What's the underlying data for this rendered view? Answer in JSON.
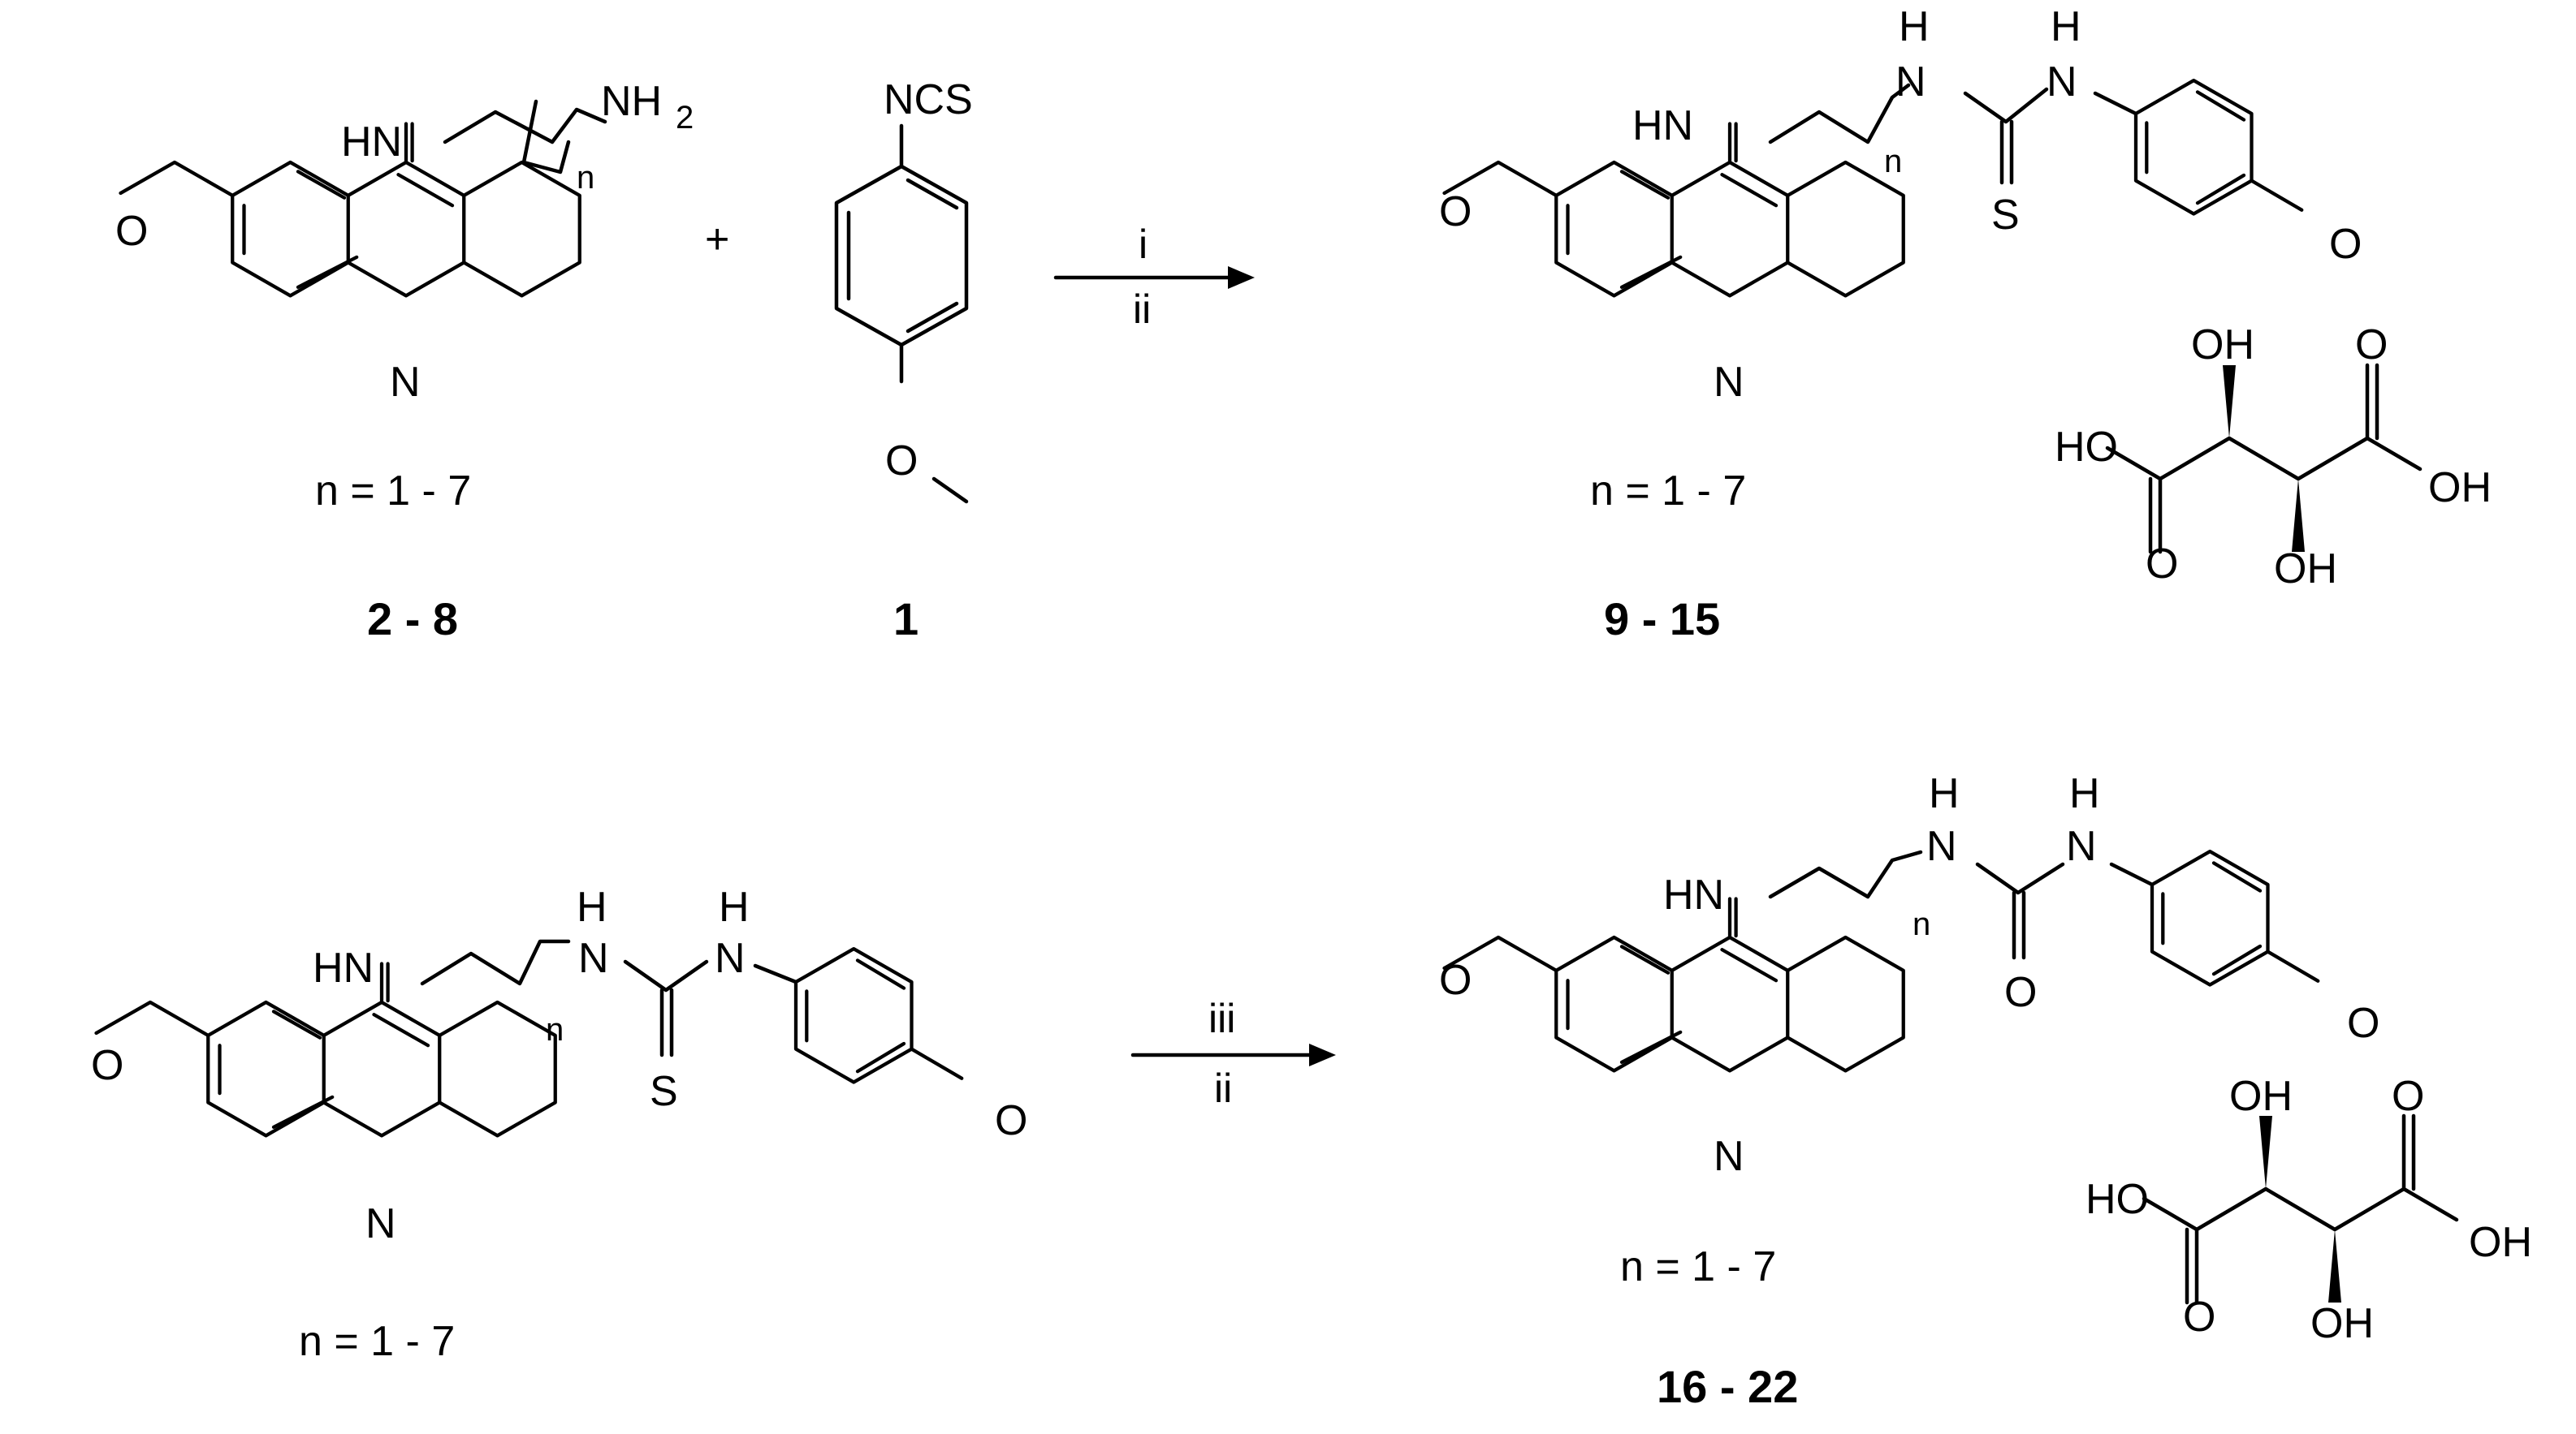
{
  "scheme": {
    "reaction1": {
      "amine": {
        "atoms": {
          "hn": "HN",
          "nh": "NH",
          "nh_sub": "2",
          "n_sub": "n",
          "o": "O",
          "n_ring": "N"
        },
        "range": "n = 1 - 7",
        "label": "2 - 8"
      },
      "plus": "+",
      "isothiocyanate": {
        "atoms": {
          "ncs": "NCS",
          "o": "O"
        },
        "label": "1"
      },
      "reagents": {
        "top": "i",
        "bottom": "ii"
      },
      "product": {
        "atoms": {
          "hn": "HN",
          "n_sub": "n",
          "h1": "H",
          "n1": "N",
          "h2": "H",
          "n2": "N",
          "s": "S",
          "o_aryl": "O",
          "o_ring": "O",
          "n_ring": "N"
        },
        "range": "n = 1 - 7",
        "label": "9 - 15"
      },
      "tartaric_acid": {
        "oh_top": "OH",
        "ho_left": "HO",
        "o_left": "O",
        "o_right": "O",
        "oh_right": "OH",
        "oh_bottom": "OH"
      }
    },
    "reaction2": {
      "thiourea": {
        "atoms": {
          "hn": "HN",
          "n_sub": "n",
          "h1": "H",
          "n1": "N",
          "h2": "H",
          "n2": "N",
          "s": "S",
          "o_aryl": "O",
          "o_ring": "O",
          "n_ring": "N"
        },
        "range": "n = 1 - 7"
      },
      "reagents": {
        "top": "iii",
        "bottom": "ii"
      },
      "product": {
        "atoms": {
          "hn": "HN",
          "n_sub": "n",
          "h1": "H",
          "n1": "N",
          "h2": "H",
          "n2": "N",
          "o_urea": "O",
          "o_aryl": "O",
          "o_ring": "O",
          "n_ring": "N"
        },
        "range": "n = 1 - 7",
        "label": "16 - 22"
      },
      "tartaric_acid": {
        "oh_top": "OH",
        "ho_left": "HO",
        "o_left": "O",
        "o_right": "O",
        "oh_right": "OH",
        "oh_bottom": "OH"
      }
    }
  }
}
